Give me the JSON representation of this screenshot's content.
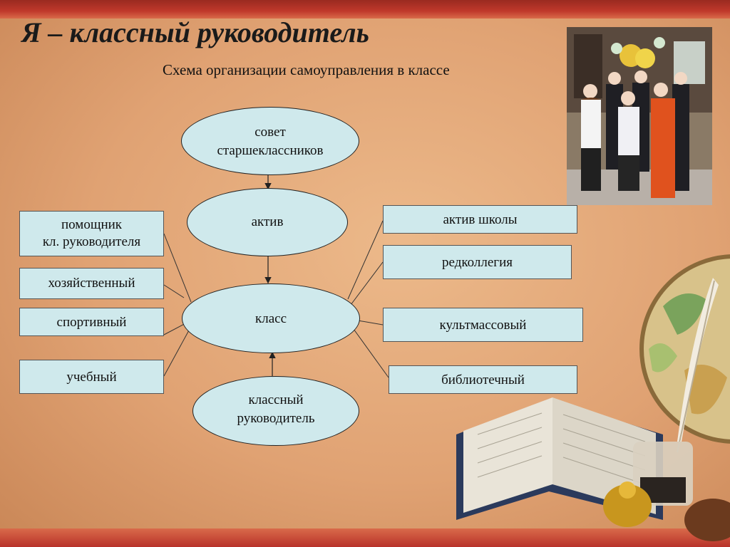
{
  "slide": {
    "title": "Я – классный руководитель",
    "subtitle": "Схема организации самоуправления в классе"
  },
  "diagram": {
    "nodes": {
      "council": "совет\nстаршеклассников",
      "aktiv": "актив",
      "klass": "класс",
      "teacher": "классный\nруководитель",
      "assistant": "помощник\nкл. руководителя",
      "household": "хозяйственный",
      "sports": "спортивный",
      "study": "учебный",
      "school_aktiv": "актив школы",
      "editorial": "редколлегия",
      "cultural": "культмассовый",
      "library": "библиотечный"
    }
  },
  "colors": {
    "node_fill": "#cfe9ec",
    "band": "#c0392b",
    "background": "#e0a273"
  }
}
